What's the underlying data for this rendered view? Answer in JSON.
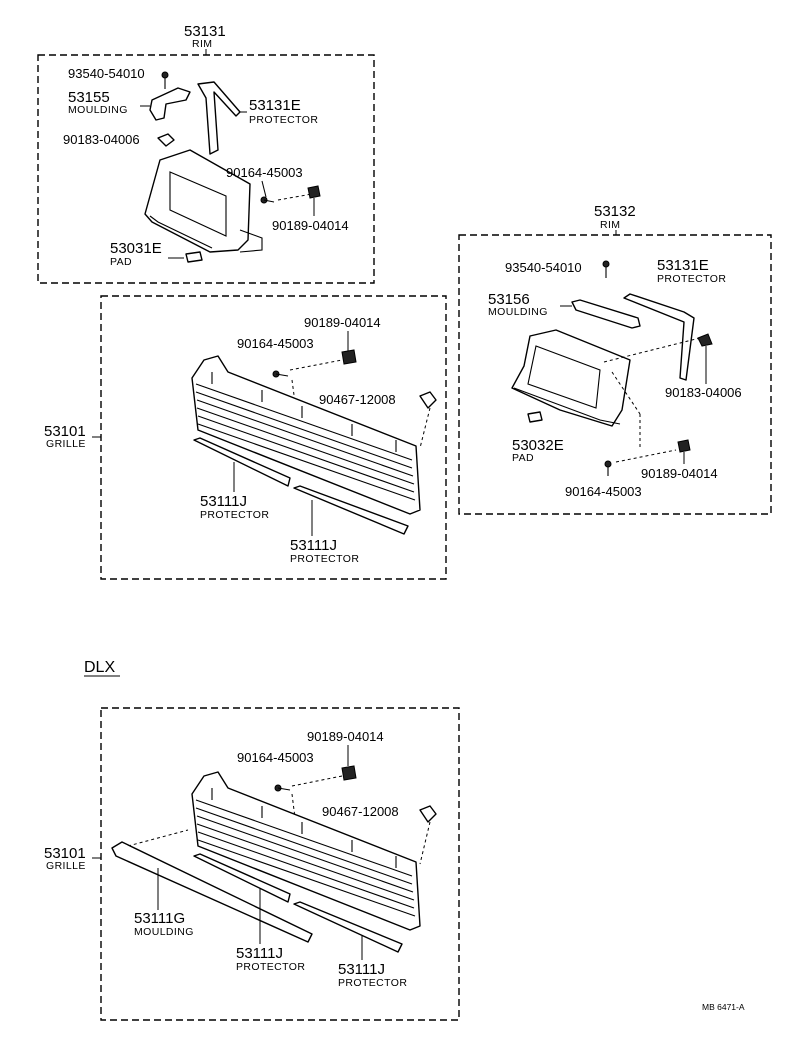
{
  "section_label": "DLX",
  "footer_code": "MB 6471-A",
  "rim_left": {
    "number": "53131",
    "name": "RIM",
    "parts": {
      "screw": "93540-54010",
      "moulding_no": "53155",
      "moulding_name": "MOULDING",
      "protector_no": "53131E",
      "protector_name": "PROTECTOR",
      "nut": "90183-04006",
      "screw2": "90164-45003",
      "clip": "90189-04014",
      "pad_no": "53031E",
      "pad_name": "PAD"
    }
  },
  "rim_right": {
    "number": "53132",
    "name": "RIM",
    "parts": {
      "screw": "93540-54010",
      "protector_no": "53131E",
      "protector_name": "PROTECTOR",
      "moulding_no": "53156",
      "moulding_name": "MOULDING",
      "nut": "90183-04006",
      "pad_no": "53032E",
      "pad_name": "PAD",
      "clip": "90189-04014",
      "screw2": "90164-45003"
    }
  },
  "grille_upper": {
    "number": "53101",
    "name": "GRILLE",
    "parts": {
      "clip": "90189-04014",
      "screw": "90164-45003",
      "retainer": "90467-12008",
      "protector1_no": "53111J",
      "protector1_name": "PROTECTOR",
      "protector2_no": "53111J",
      "protector2_name": "PROTECTOR"
    }
  },
  "grille_dlx": {
    "number": "53101",
    "name": "GRILLE",
    "parts": {
      "clip": "90189-04014",
      "screw": "90164-45003",
      "retainer": "90467-12008",
      "moulding_no": "53111G",
      "moulding_name": "MOULDING",
      "protector1_no": "53111J",
      "protector1_name": "PROTECTOR",
      "protector2_no": "53111J",
      "protector2_name": "PROTECTOR"
    }
  }
}
